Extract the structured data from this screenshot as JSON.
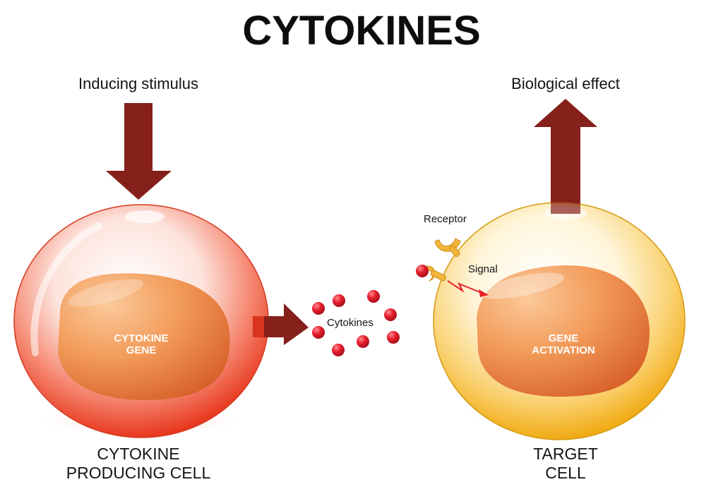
{
  "title": "CYTOKINES",
  "labels": {
    "inducing_stimulus": "Inducing stimulus",
    "biological_effect": "Biological effect",
    "receptor": "Receptor",
    "signal": "Signal",
    "cytokines": "Cytokines"
  },
  "producing_cell": {
    "nucleus_line1": "CYTOKINE",
    "nucleus_line2": "GENE",
    "caption_line1": "CYTOKINE",
    "caption_line2": "PRODUCING CELL"
  },
  "target_cell": {
    "nucleus_line1": "GENE",
    "nucleus_line2": "ACTIVATION",
    "caption_line1": "TARGET",
    "caption_line2": "CELL"
  },
  "colors": {
    "arrow": "#85201a",
    "producing_cell": "#ee3b24",
    "target_cell": "#f4b41f",
    "nucleus": "#f0904a",
    "cytokine": "#e11c2c",
    "receptor": "#f2b53a",
    "signal": "#e8202a"
  }
}
